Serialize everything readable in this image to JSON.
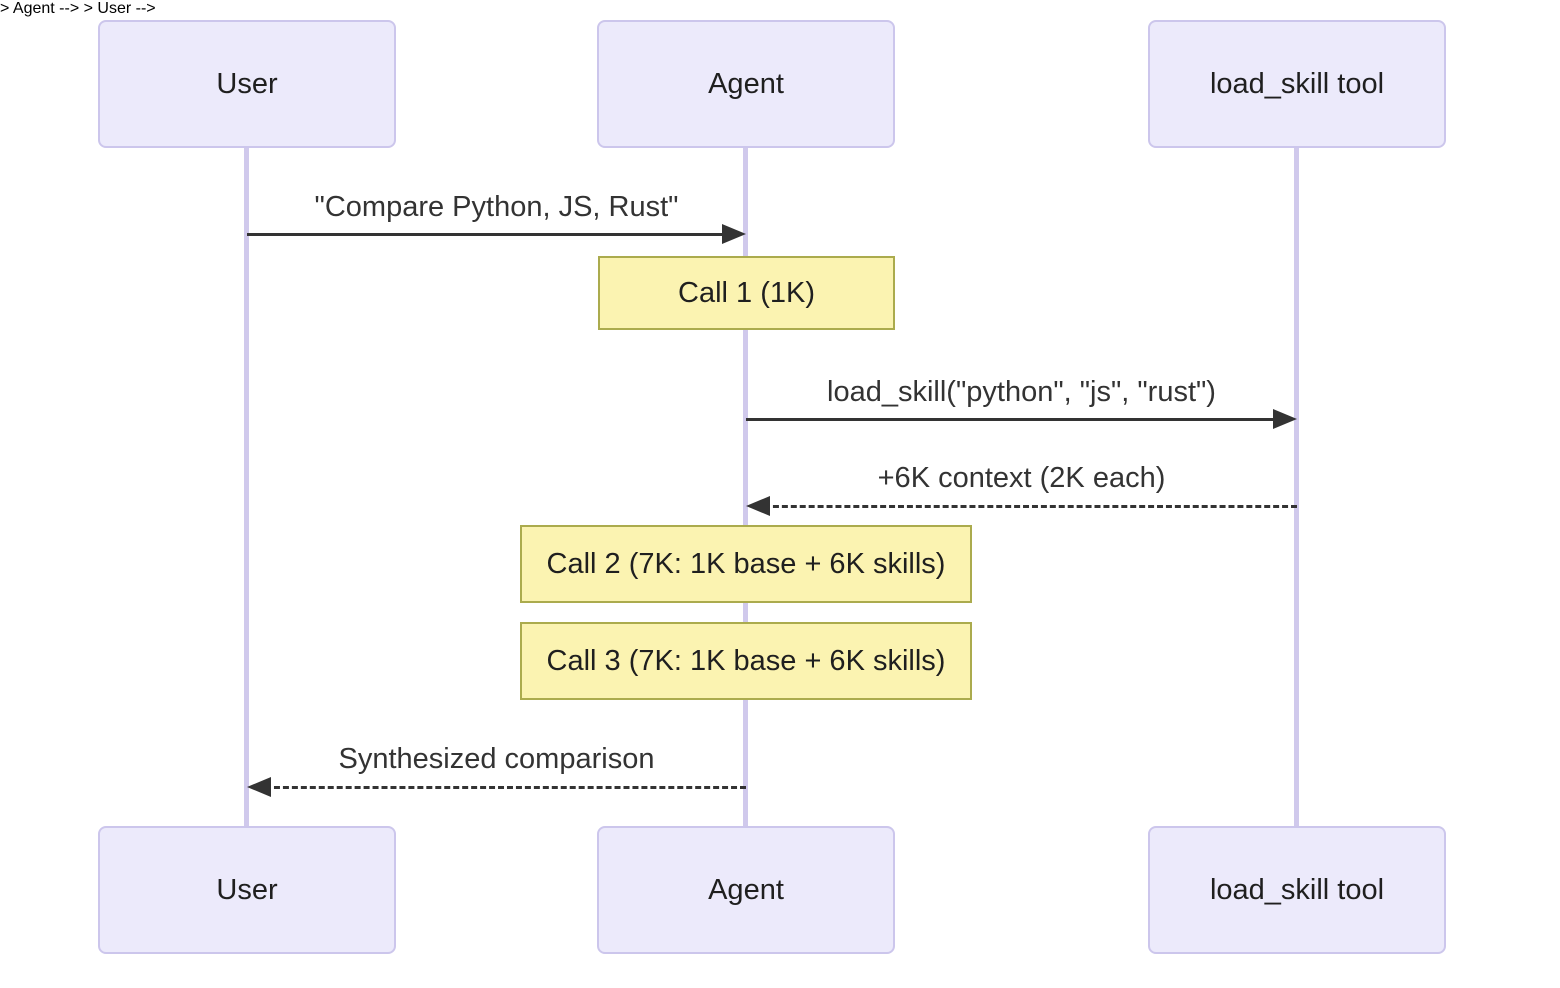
{
  "diagram": {
    "type": "sequence",
    "actors": [
      {
        "id": "user",
        "label": "User"
      },
      {
        "id": "agent",
        "label": "Agent"
      },
      {
        "id": "tool",
        "label": "load_skill tool"
      }
    ],
    "messages": [
      {
        "text": "\"Compare Python, JS, Rust\"",
        "from": "User",
        "to": "Agent",
        "line": "solid",
        "direction": "right"
      },
      {
        "text": "load_skill(\"python\", \"js\", \"rust\")",
        "from": "Agent",
        "to": "load_skill tool",
        "line": "solid",
        "direction": "right"
      },
      {
        "text": "+6K context (2K each)",
        "from": "load_skill tool",
        "to": "Agent",
        "line": "dashed",
        "direction": "left"
      },
      {
        "text": "Synthesized comparison",
        "from": "Agent",
        "to": "User",
        "line": "dashed",
        "direction": "left"
      }
    ],
    "notes": [
      {
        "text": "Call 1 (1K)",
        "over": "Agent"
      },
      {
        "text": "Call 2 (7K: 1K base + 6K skills)",
        "over": "Agent"
      },
      {
        "text": "Call 3 (7K: 1K base + 6K skills)",
        "over": "Agent"
      }
    ],
    "colors": {
      "background": "#FFFFFF",
      "actor_fill": "#ECEAFB",
      "actor_border": "#CCC6EC",
      "note_fill": "#FBF3B1",
      "note_border": "#ABAB4D",
      "lifeline": "#D0C9EC",
      "line": "#333333",
      "message_text": "#333333",
      "label_text": "#1F1F1F"
    }
  }
}
